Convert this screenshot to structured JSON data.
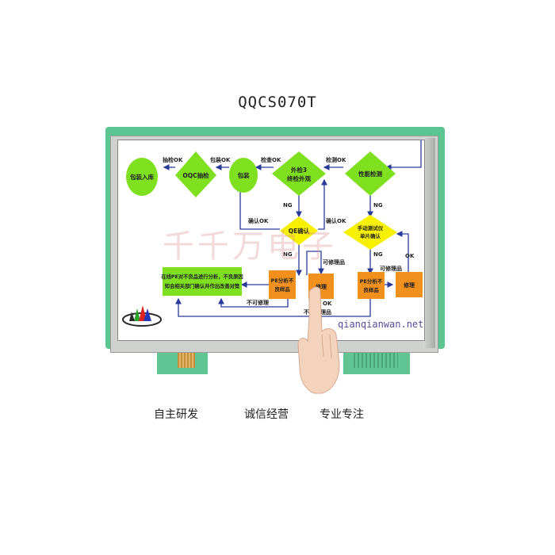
{
  "model_title": "QQCS070T",
  "slogans": [
    "自主研发",
    "诚信经营",
    "专业专注"
  ],
  "watermark": "千千万电子",
  "url": "qianqianwan.net",
  "flow": {
    "nodes": {
      "baozhuang_ruku": "包装入库",
      "oqc": "OQC抽检",
      "baozhuang": "包装",
      "waijian": [
        "外检3",
        "终检外观"
      ],
      "xingneng": "性能检测",
      "qe": "QE确认",
      "shoudong": [
        "手动测试仪",
        "单片确认"
      ],
      "note": [
        "在线PE对不良品进行分析，不良原因",
        "知会相关部门确认并作出改善对策"
      ],
      "pe1": [
        "PE分析不",
        "良样品"
      ],
      "xiuli1": "修理",
      "pe2": [
        "PE分析不",
        "良样品"
      ],
      "xiuli2": "修理"
    },
    "labels": {
      "choujian_ok": "抽检OK",
      "baozhuang_ok": "包装OK",
      "jiancha_ok": "检查OK",
      "jiance_ok": "检测OK",
      "ng1": "NG",
      "ng2": "NG",
      "ng3": "NG",
      "ng4": "NG",
      "queren_ok": "确认OK",
      "queren_ok2": "确认OK",
      "kexiu1": "可修理品",
      "kexiu2": "可修理品",
      "ok1": "OK",
      "ok2": "OK",
      "bukexiu1": "不可修理",
      "bukexiu2": "不可修理品"
    }
  },
  "colors": {
    "pcb": "#5cc490",
    "node_green": "#7ee01e",
    "node_yellow": "#f7f000",
    "node_orange": "#f2901e",
    "arrow": "#2a3a9a"
  }
}
